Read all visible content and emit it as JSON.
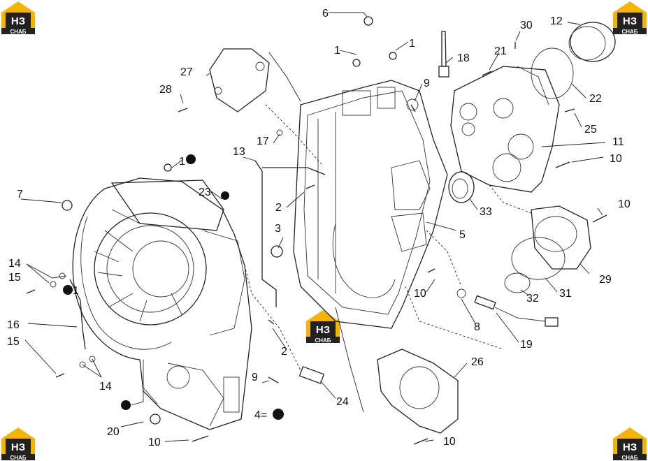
{
  "brand": {
    "logo_text": "НЗ",
    "logo_subtext": "СНАБ",
    "accent_color": "#f5b400",
    "dark_color": "#222222"
  },
  "callouts": {
    "c1a": "1",
    "c1b": "1",
    "c1c": "1",
    "c1d": "1",
    "c2a": "2",
    "c2b": "2",
    "c3": "3",
    "c4": "4=",
    "c5": "5",
    "c6": "6",
    "c7": "7",
    "c8": "8",
    "c9a": "9",
    "c9b": "9",
    "c10a": "10",
    "c10b": "10",
    "c10c": "10",
    "c10d": "10",
    "c10e": "10",
    "c11": "11",
    "c12": "12",
    "c13": "13",
    "c14a": "14",
    "c14b": "14",
    "c15a": "15",
    "c15b": "15",
    "c16": "16",
    "c17": "17",
    "c18": "18",
    "c19": "19",
    "c20": "20",
    "c21": "21",
    "c22": "22",
    "c23": "23",
    "c24": "24",
    "c25": "25",
    "c26": "26",
    "c27": "27",
    "c28": "28",
    "c29": "29",
    "c30": "30",
    "c31": "31",
    "c32": "32",
    "c33": "33"
  }
}
